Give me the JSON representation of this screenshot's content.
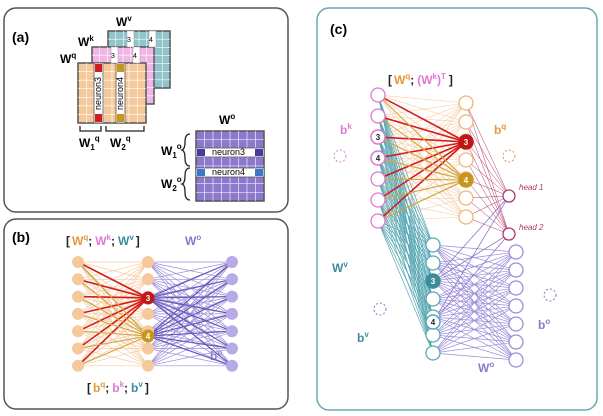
{
  "panel_a": {
    "label": "(a)",
    "w_v": "W",
    "w_v_sup": "v",
    "w_k": "W",
    "w_k_sup": "k",
    "w_q": "W",
    "w_q_sup": "q",
    "w_o": "W",
    "w_o_sup": "o",
    "neuron3": "neuron3",
    "neuron4": "neuron4",
    "w1q": "W",
    "w1q_sub": "1",
    "w1q_sup": "q",
    "w2q": "W",
    "w2q_sub": "2",
    "w2q_sup": "q",
    "w1o": "W",
    "w1o_sub": "1",
    "w1o_sup": "o",
    "w2o": "W",
    "w2o_sub": "2",
    "w2o_sup": "o",
    "small3": "3",
    "small4": "4",
    "small3b": "3",
    "small4b": "4"
  },
  "panel_b": {
    "label": "(b)",
    "bracket_open": "[",
    "wq": "W",
    "wq_sup": "q",
    "sep1": ";",
    "wk": "W",
    "wk_sup": "k",
    "sep2": ";",
    "wv": "W",
    "wv_sup": "v",
    "bracket_close": "]",
    "wo": "W",
    "wo_sup": "o",
    "bo": "b",
    "bo_sup": "o",
    "bias_open": "[",
    "bq": "b",
    "bq_sup": "q",
    "bsep1": ";",
    "bk": "b",
    "bk_sup": "k",
    "bsep2": ";",
    "bv": "b",
    "bv_sup": "v",
    "bias_close": "]",
    "node3": "3",
    "node4": "4"
  },
  "panel_c": {
    "label": "(c)",
    "top_open": "[",
    "wq": "W",
    "wq_sup": "q",
    "sep": ";",
    "wk_paren": "(W",
    "wk_sup": "k",
    "wk_close": ")",
    "t_sup": "T",
    "top_close": "]",
    "bk": "b",
    "bk_sup": "k",
    "bq": "b",
    "bq_sup": "q",
    "wv": "W",
    "wv_sup": "v",
    "bv": "b",
    "bv_sup": "v",
    "wo": "W",
    "wo_sup": "o",
    "bo": "b",
    "bo_sup": "o",
    "head1": "head 1",
    "head2": "head 2",
    "n3a": "3",
    "n4a": "4",
    "n3b": "3",
    "n4b": "4",
    "n3c": "3",
    "n4c": "4"
  },
  "colors": {
    "orange": "#f4c08c",
    "orange_dark": "#e8963c",
    "pink": "#e07ad0",
    "teal": "#3c8c9c",
    "purple": "#8c78cc",
    "red": "#d41c1c",
    "gold": "#c8961c",
    "frame": "#555555",
    "frame_c": "#6aa8b0"
  }
}
